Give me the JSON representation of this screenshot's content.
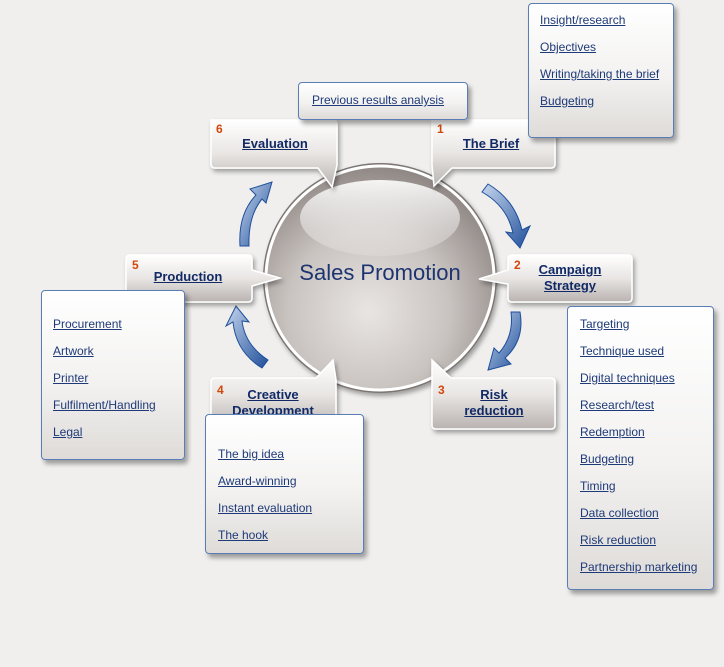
{
  "center": {
    "label": "Sales Promotion"
  },
  "steps": [
    {
      "number": "1",
      "title": "The Brief"
    },
    {
      "number": "2",
      "title_line1": "Campaign",
      "title_line2": "Strategy"
    },
    {
      "number": "3",
      "title_line1": "Risk",
      "title_line2": "reduction"
    },
    {
      "number": "4",
      "title_line1": "Creative",
      "title_line2": "Development"
    },
    {
      "number": "5",
      "title": "Production"
    },
    {
      "number": "6",
      "title": "Evaluation"
    }
  ],
  "panels": {
    "brief": [
      "Insight/research",
      "Objectives",
      "Writing/taking the brief",
      "Budgeting"
    ],
    "evaluation": [
      "Previous results analysis"
    ],
    "strategy": [
      "Targeting",
      "Technique used",
      "Digital techniques",
      "Research/test",
      "Redemption",
      "Budgeting",
      "Timing",
      "Data collection",
      "Risk reduction",
      "Partnership marketing"
    ],
    "production": [
      "Procurement",
      "Artwork",
      "Printer",
      "Fulfilment/Handling",
      "Legal"
    ],
    "creative": [
      "The big idea",
      "Award-winning",
      "Instant evaluation",
      "The hook"
    ]
  },
  "colors": {
    "accent_number": "#d2480c",
    "title": "#112a66",
    "link": "#1e3a78",
    "arrow": "#2a5aa5",
    "panel_border": "#5a7db5"
  }
}
